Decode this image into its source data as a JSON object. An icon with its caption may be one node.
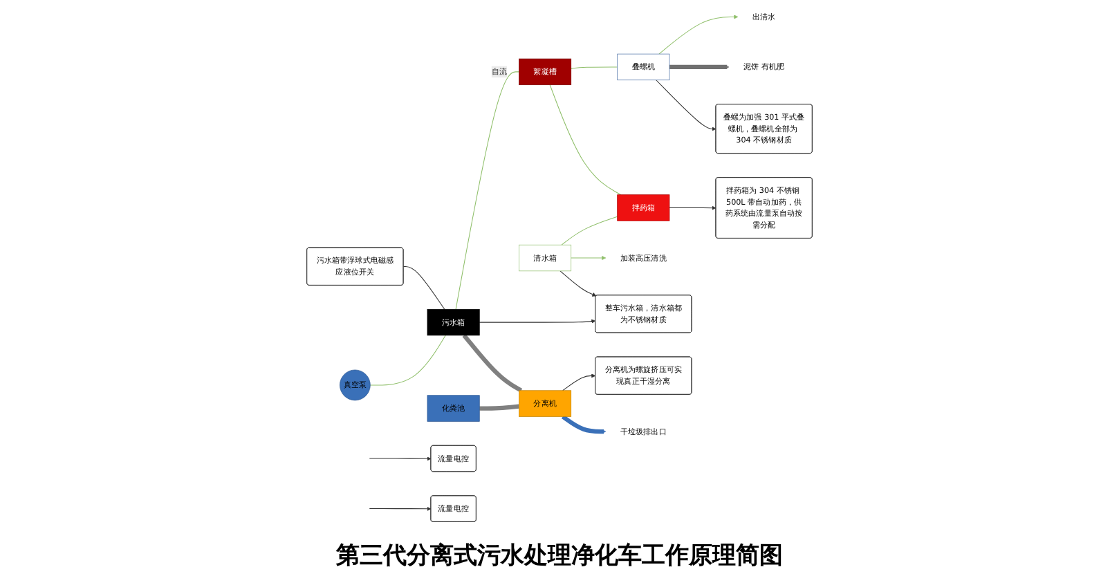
{
  "diagram": {
    "title": "第三代分离式污水处理净化车工作原理简图",
    "nodes": [
      {
        "text": [
          "叠螺机"
        ]
      },
      {
        "text": [
          "絮凝槽"
        ]
      },
      {
        "text": [
          "拌药箱"
        ]
      },
      {
        "text": [
          "清水箱"
        ]
      },
      {
        "text": [
          "污水箱"
        ]
      },
      {
        "text": [
          "真空泵"
        ]
      },
      {
        "text": [
          "分离机"
        ]
      },
      {
        "text": [
          "化粪池"
        ]
      },
      {
        "text": [
          "出清水"
        ]
      },
      {
        "text": [
          "泥饼 有机肥"
        ]
      },
      {
        "text": [
          "加装高压清洗"
        ]
      },
      {
        "text": [
          "干垃圾排出口"
        ]
      },
      {
        "text": [
          "叠螺为加强 301 平式叠螺机，叠螺机全部为 304 不锈钢材质"
        ]
      },
      {
        "text": [
          "拌药箱为 304 不锈钢 500L 带自动加药，供药系统由流量泵自动按需分配"
        ]
      },
      {
        "text": [
          "流量电控"
        ]
      },
      {
        "text": [
          "流量电控"
        ]
      },
      {
        "text": [
          "整车污水箱，清水箱都为不锈钢材质"
        ]
      },
      {
        "text": [
          "污水箱带浮球式电磁感应液位开关"
        ]
      },
      {
        "text": [
          "分离机为螺旋挤压可实现真正干湿分离"
        ]
      }
    ],
    "edges": [
      {
        "from": 1,
        "to": 0,
        "arrow": "none",
        "color": "#8fbf6a"
      },
      {
        "from": 0,
        "to": 8,
        "arrow": "to",
        "color": "#8fbf6a"
      },
      {
        "from": 0,
        "to": 9,
        "arrow": "to",
        "style": "thick",
        "color": "#707070"
      },
      {
        "from": 0,
        "to": 12,
        "arrow": "to"
      },
      {
        "from": 4,
        "to": 1,
        "arrow": "none",
        "label": "自流",
        "color": "#8fbf6a"
      },
      {
        "from": 1,
        "to": 2,
        "arrow": "none",
        "color": "#8fbf6a"
      },
      {
        "from": null,
        "to": 14,
        "arrow": "to"
      },
      {
        "from": null,
        "to": 15,
        "arrow": "to"
      },
      {
        "from": 3,
        "to": 2,
        "arrow": "none",
        "color": "#8fbf6a"
      },
      {
        "from": 3,
        "to": 10,
        "arrow": "to",
        "color": "#8fbf6a"
      },
      {
        "from": 2,
        "to": 13,
        "arrow": "to"
      },
      {
        "from": 3,
        "to": 16,
        "arrow": "to"
      },
      {
        "from": 4,
        "to": 16,
        "arrow": "to"
      },
      {
        "from": 17,
        "to": 4,
        "arrow": "none"
      },
      {
        "from": 5,
        "to": 4,
        "arrow": "none",
        "color": "#8fbf6a"
      },
      {
        "from": 4,
        "to": 6,
        "arrow": "none",
        "style": "thick",
        "color": "#808080"
      },
      {
        "from": 7,
        "to": 6,
        "arrow": "none",
        "style": "thick",
        "color": "#808080"
      },
      {
        "from": 6,
        "to": 18,
        "arrow": "to"
      },
      {
        "from": 6,
        "to": 11,
        "arrow": "to",
        "style": "thick",
        "color": "#3a70b8"
      }
    ]
  }
}
